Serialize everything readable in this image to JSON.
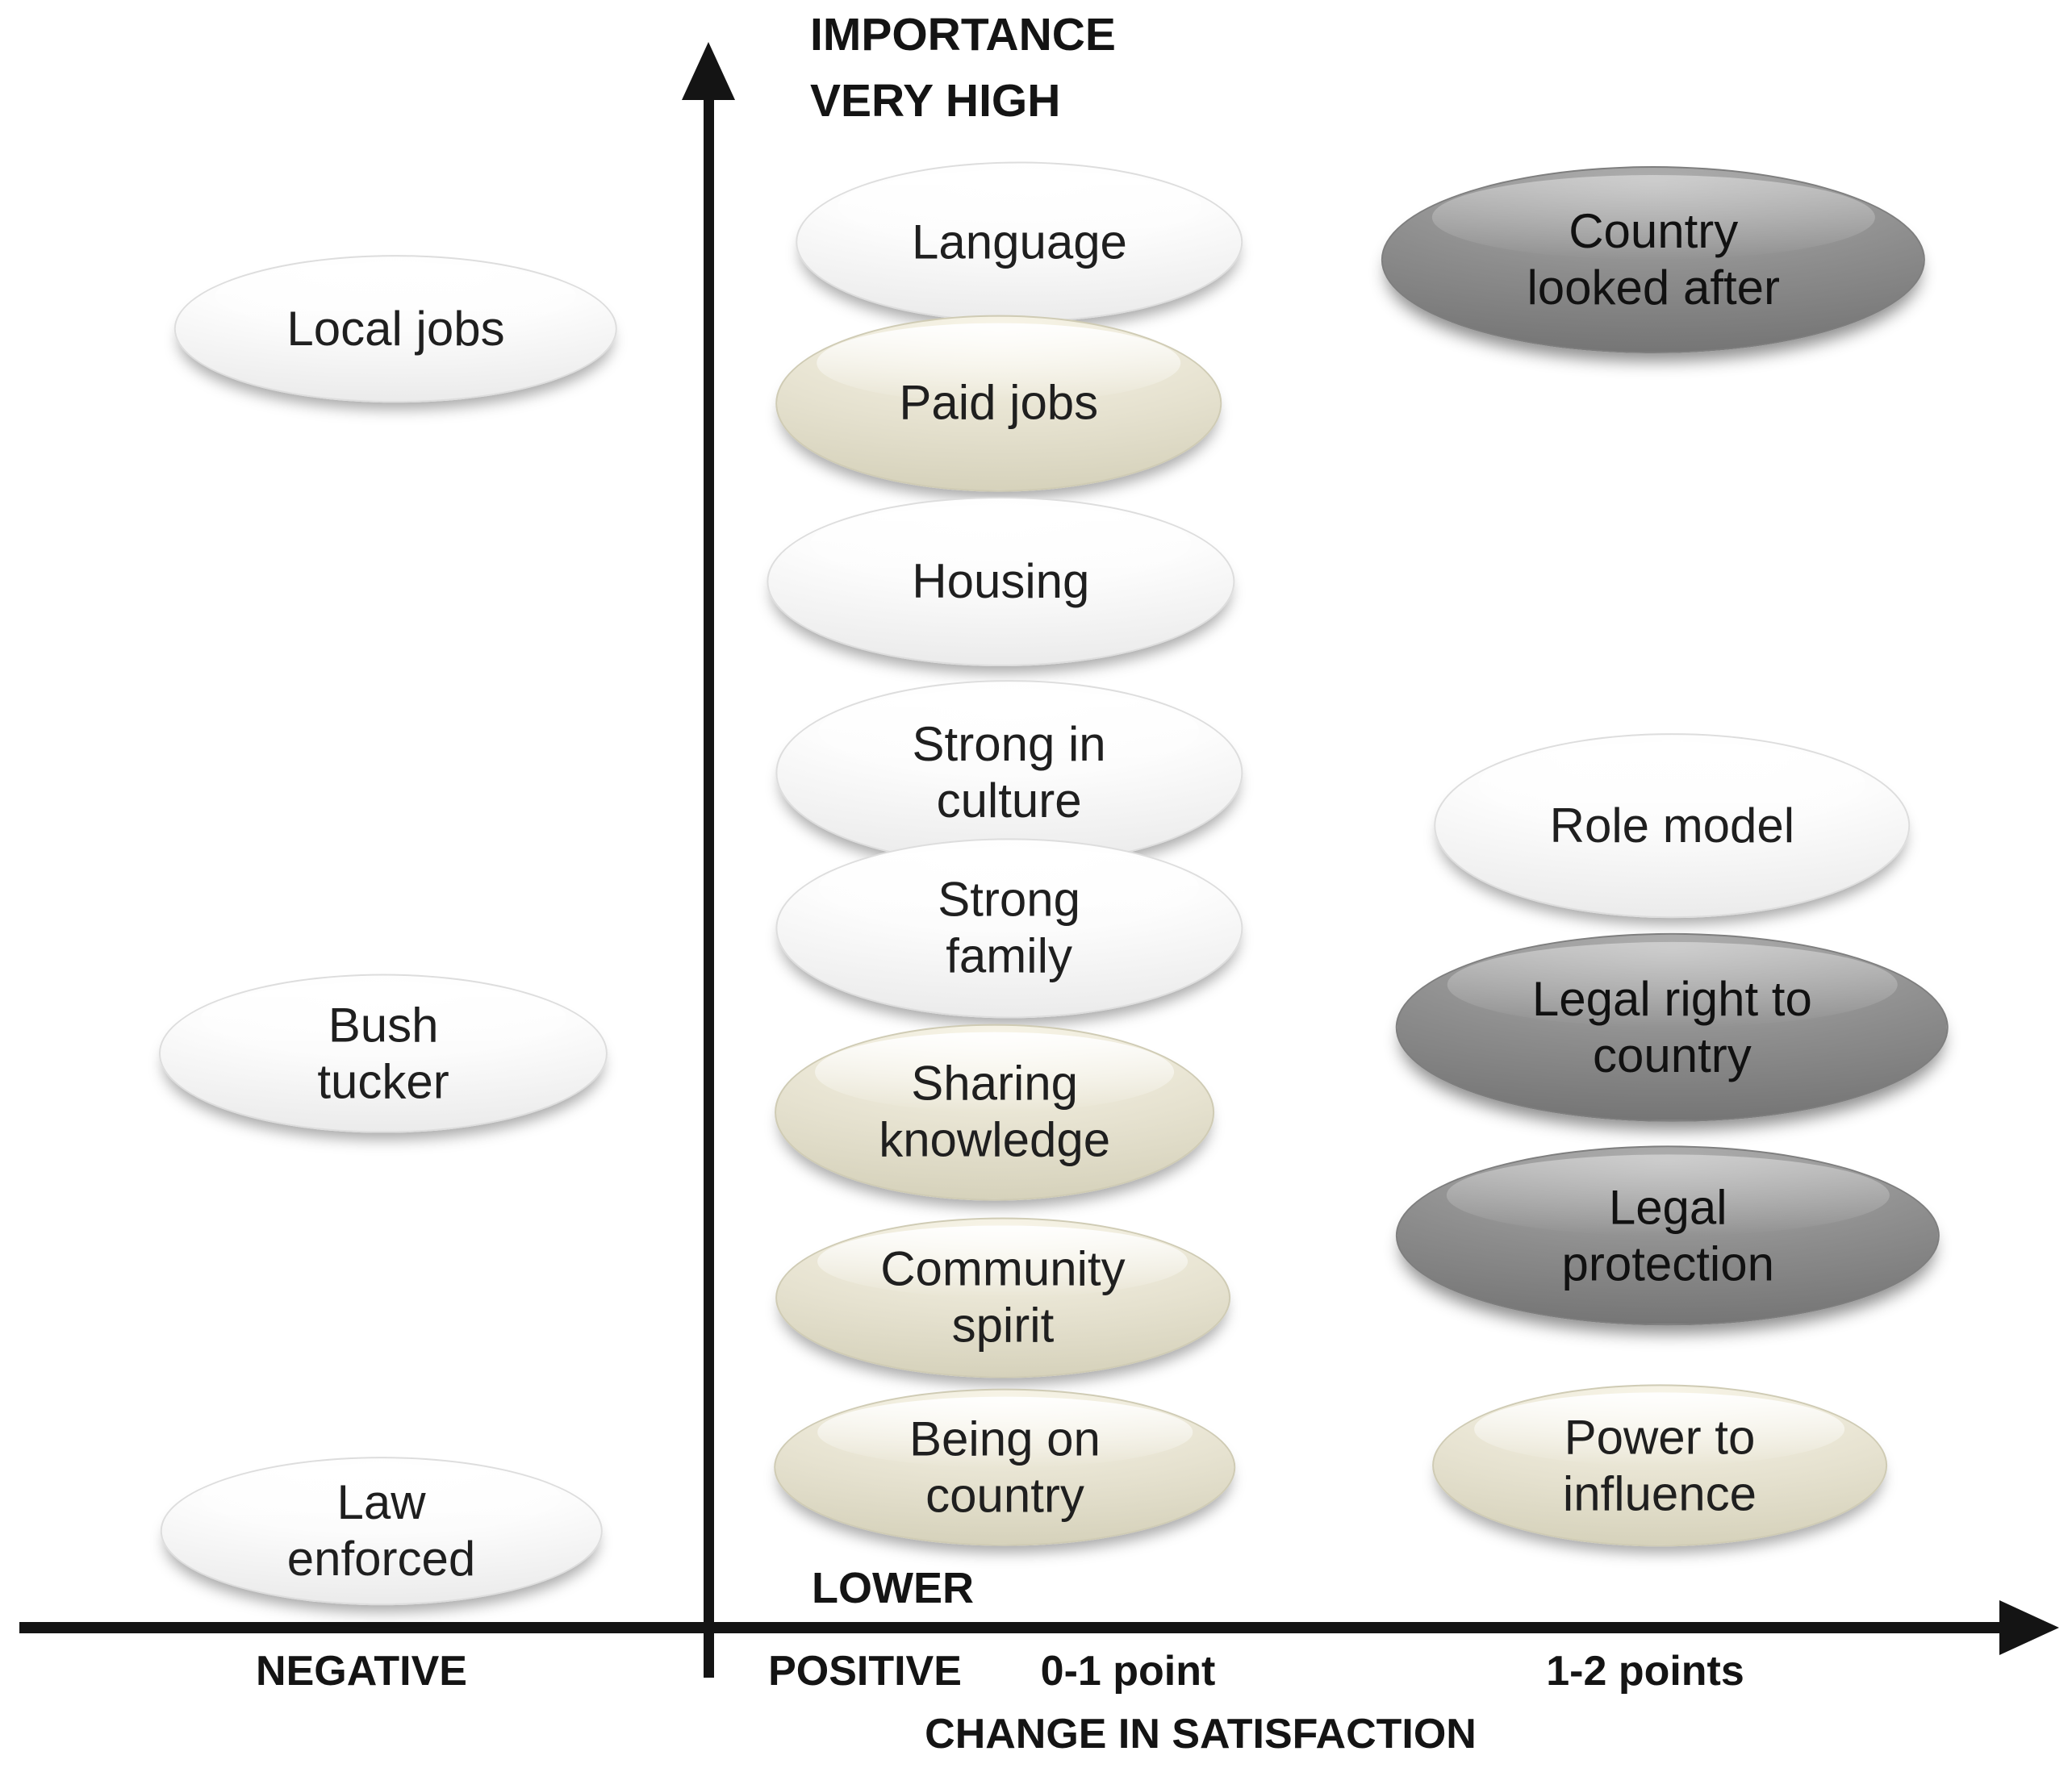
{
  "axis": {
    "y_top_line1": "IMPORTANCE",
    "y_top_line2": "VERY HIGH",
    "y_bottom_label": "LOWER",
    "x_label": "CHANGE IN SATISFACTION",
    "tick_negative": "NEGATIVE",
    "tick_positive": "POSITIVE",
    "tick_zero_one": "0-1 point",
    "tick_one_two": "1-2 points"
  },
  "colors": {
    "bubble_white": "#fcfcfc",
    "bubble_beige": "#e6e2d0",
    "bubble_gray": "#8c8c8c",
    "axis_black": "#141414",
    "text": "#1f1f1f"
  },
  "bubbles": [
    {
      "id": "local-jobs",
      "lines": [
        "Local jobs"
      ],
      "shade": "white",
      "band": "negative",
      "x": 19.1,
      "y": 18.6,
      "w": 21.2,
      "h": 8.2
    },
    {
      "id": "bush-tucker",
      "lines": [
        "Bush",
        "tucker"
      ],
      "shade": "white",
      "band": "negative",
      "x": 18.5,
      "y": 59.6,
      "w": 21.5,
      "h": 8.8
    },
    {
      "id": "law-enforced",
      "lines": [
        "Law",
        "enforced"
      ],
      "shade": "white",
      "band": "negative",
      "x": 18.4,
      "y": 86.6,
      "w": 21.2,
      "h": 8.2
    },
    {
      "id": "language",
      "lines": [
        "Language"
      ],
      "shade": "white",
      "band": "positive-0-1",
      "x": 49.2,
      "y": 13.7,
      "w": 21.4,
      "h": 8.9
    },
    {
      "id": "paid-jobs",
      "lines": [
        "Paid jobs"
      ],
      "shade": "beige",
      "band": "positive-0-1",
      "x": 48.2,
      "y": 22.8,
      "w": 21.4,
      "h": 9.8
    },
    {
      "id": "housing",
      "lines": [
        "Housing"
      ],
      "shade": "white",
      "band": "positive-0-1",
      "x": 48.3,
      "y": 32.9,
      "w": 22.4,
      "h": 9.4
    },
    {
      "id": "strong-in-culture",
      "lines": [
        "Strong in",
        "culture"
      ],
      "shade": "white",
      "band": "positive-0-1",
      "x": 48.7,
      "y": 43.7,
      "w": 22.4,
      "h": 10.3
    },
    {
      "id": "strong-family",
      "lines": [
        "Strong",
        "family"
      ],
      "shade": "white",
      "band": "positive-0-1",
      "x": 48.7,
      "y": 52.5,
      "w": 22.4,
      "h": 10.0
    },
    {
      "id": "sharing-knowledge",
      "lines": [
        "Sharing",
        "knowledge"
      ],
      "shade": "beige",
      "band": "positive-0-1",
      "x": 48.0,
      "y": 62.9,
      "w": 21.1,
      "h": 9.8
    },
    {
      "id": "community-spirit",
      "lines": [
        "Community",
        "spirit"
      ],
      "shade": "beige",
      "band": "positive-0-1",
      "x": 48.4,
      "y": 73.4,
      "w": 21.8,
      "h": 8.9
    },
    {
      "id": "being-on-country",
      "lines": [
        "Being on",
        "country"
      ],
      "shade": "beige",
      "band": "positive-0-1",
      "x": 48.5,
      "y": 83.0,
      "w": 22.1,
      "h": 8.7
    },
    {
      "id": "country-looked-after",
      "lines": [
        "Country",
        "looked after"
      ],
      "shade": "gray",
      "band": "positive-1-2",
      "x": 79.8,
      "y": 14.7,
      "w": 26.1,
      "h": 10.4
    },
    {
      "id": "role-model",
      "lines": [
        "Role model"
      ],
      "shade": "white",
      "band": "positive-1-2",
      "x": 80.7,
      "y": 46.7,
      "w": 22.8,
      "h": 10.3
    },
    {
      "id": "legal-right-to-country",
      "lines": [
        "Legal right to",
        "country"
      ],
      "shade": "gray",
      "band": "positive-1-2",
      "x": 80.7,
      "y": 58.1,
      "w": 26.5,
      "h": 10.5
    },
    {
      "id": "legal-protection",
      "lines": [
        "Legal",
        "protection"
      ],
      "shade": "gray",
      "band": "positive-1-2",
      "x": 80.5,
      "y": 69.9,
      "w": 26.1,
      "h": 10.0
    },
    {
      "id": "power-to-influence",
      "lines": [
        "Power to",
        "influence"
      ],
      "shade": "beige",
      "band": "positive-1-2",
      "x": 80.1,
      "y": 82.9,
      "w": 21.8,
      "h": 9.0
    }
  ]
}
